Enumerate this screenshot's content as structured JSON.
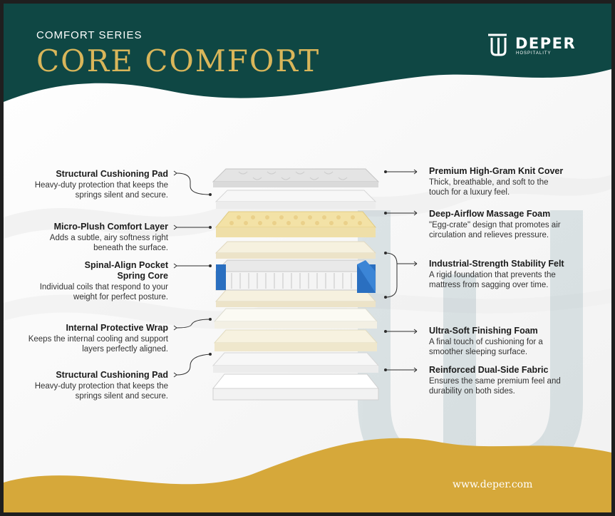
{
  "header": {
    "series": "COMFORT SERIES",
    "title": "CORE COMFORT",
    "brand": "DEPER",
    "brand_sub": "HOSPITALITY"
  },
  "colors": {
    "primary": "#0f4744",
    "gold": "#d6a83a",
    "title_gold": "#d9b65a"
  },
  "left_labels": [
    {
      "title": "Structural Cushioning Pad",
      "desc": "Heavy-duty protection that keeps the springs silent and secure."
    },
    {
      "title": "Micro-Plush Comfort Layer",
      "desc": "Adds a subtle, airy softness right beneath the surface."
    },
    {
      "title": "Spinal-Align Pocket Spring Core",
      "desc": "Individual coils that respond to your weight for perfect posture."
    },
    {
      "title": "Internal Protective Wrap",
      "desc": "Keeps the internal cooling and support layers perfectly aligned."
    },
    {
      "title": "Structural Cushioning Pad",
      "desc": "Heavy-duty protection that keeps the springs silent and secure."
    }
  ],
  "right_labels": [
    {
      "title": "Premium High-Gram Knit Cover",
      "desc": "Thick, breathable, and soft to the touch for a luxury feel."
    },
    {
      "title": "Deep-Airflow Massage Foam",
      "desc": "\"Egg-crate\" design that promotes air circulation and relieves pressure."
    },
    {
      "title": "Industrial-Strength Stability Felt",
      "desc": "A rigid foundation that prevents the mattress from sagging over time."
    },
    {
      "title": "Ultra-Soft Finishing Foam",
      "desc": "A final touch of cushioning for a smoother sleeping surface."
    },
    {
      "title": "Reinforced Dual-Side Fabric",
      "desc": "Ensures the same premium feel and durability on both sides."
    }
  ],
  "footer": {
    "url": "www.deper.com"
  }
}
